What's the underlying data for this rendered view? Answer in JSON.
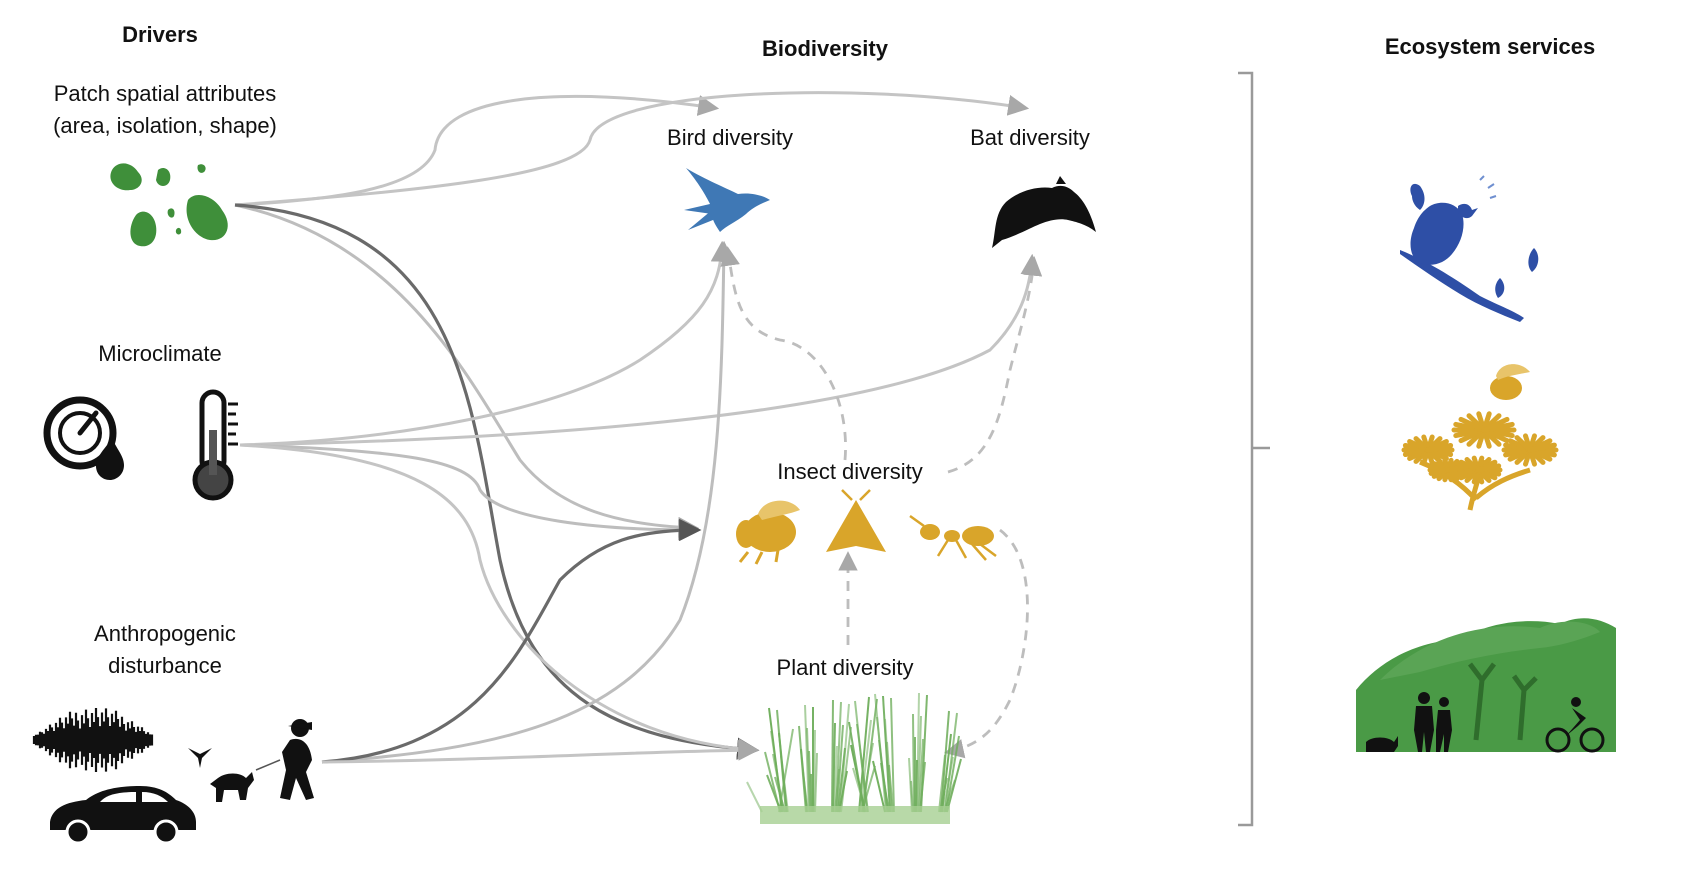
{
  "headers": {
    "drivers": "Drivers",
    "biodiversity": "Biodiversity",
    "ecosystem_services": "Ecosystem services"
  },
  "drivers": {
    "patch_line1": "Patch spatial attributes",
    "patch_line2": "(area, isolation, shape)",
    "microclimate": "Microclimate",
    "anthro_line1": "Anthropogenic",
    "anthro_line2": "disturbance"
  },
  "biodiversity": {
    "bird": "Bird diversity",
    "bat": "Bat diversity",
    "insect": "Insect diversity",
    "plant": "Plant diversity"
  },
  "colors": {
    "patch_green": "#3f8f3a",
    "bird_blue": "#3f78b5",
    "insect_gold": "#d9a52a",
    "service_blue": "#2e4fa6",
    "service_gold": "#d9a52a",
    "service_green": "#4a9a46",
    "arrow_light": "#bdbdbd",
    "arrow_dark": "#666666",
    "dashed": "#bdbdbd"
  },
  "icons": [
    "patch-blobs-icon",
    "pressure-humidity-gauge-icon",
    "thermometer-icon",
    "sound-wave-icon",
    "car-icon",
    "person-walking-dog-icon",
    "drone-icon",
    "swallow-bird-icon",
    "bat-icon",
    "bee-icon",
    "moth-icon",
    "ant-icon",
    "grass-plants-icon",
    "singing-bird-on-branch-icon",
    "bee-on-flower-icon",
    "people-in-park-icon"
  ]
}
